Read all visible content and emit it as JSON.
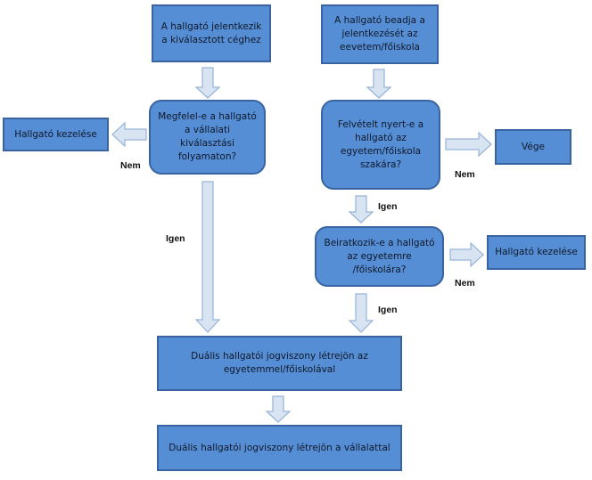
{
  "colors": {
    "box_fill": "#558ed5",
    "box_border": "#3a64a0",
    "arrow_fill": "#d9e4f2",
    "arrow_stroke": "#97b3d8",
    "text": "#101828"
  },
  "nodes": {
    "start_company": "A hallgató jelentkezik a kiválasztott céghez",
    "start_university": "A hallgató beadja a jelentkezését az eevetem/főiskola",
    "decision_company": "Megfelel-e a hallgató a vállalati kiválasztási folyamaton?",
    "decision_admitted": "Felvételt nyert-e a hallgató az egyetem/főiskola szakára?",
    "decision_enroll": "Beiratkozik-e a hallgató az egyetemre /főiskolára?",
    "handle_student_1": "Hallgató kezelése",
    "handle_student_2": "Hallgató kezelése",
    "end": "Vége",
    "dual_university": "Duális hallgatói jogviszony létrejön az egyetemmel/főiskolával",
    "dual_company": "Duális hallgatói jogviszony létrejön a vállalattal"
  },
  "labels": {
    "no_company": "Nem",
    "no_admitted": "Nem",
    "no_enroll": "Nem",
    "yes_company": "Igen",
    "yes_admitted": "Igen",
    "yes_enroll": "Igen"
  }
}
